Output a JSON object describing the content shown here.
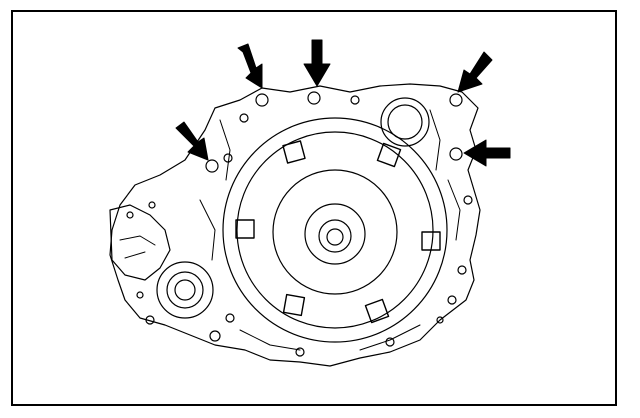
{
  "diagram": {
    "subject": "transaxle-case-illustration",
    "callouts": [
      {
        "name": "bolt-arrow-1",
        "points_to": "bolt"
      },
      {
        "name": "bolt-arrow-2",
        "points_to": "bolt"
      },
      {
        "name": "bolt-arrow-3",
        "points_to": "bolt"
      },
      {
        "name": "bolt-arrow-4",
        "points_to": "bolt"
      },
      {
        "name": "bolt-arrow-5",
        "points_to": "bolt"
      }
    ],
    "colors": {
      "line": "#000000",
      "background": "#ffffff"
    }
  }
}
